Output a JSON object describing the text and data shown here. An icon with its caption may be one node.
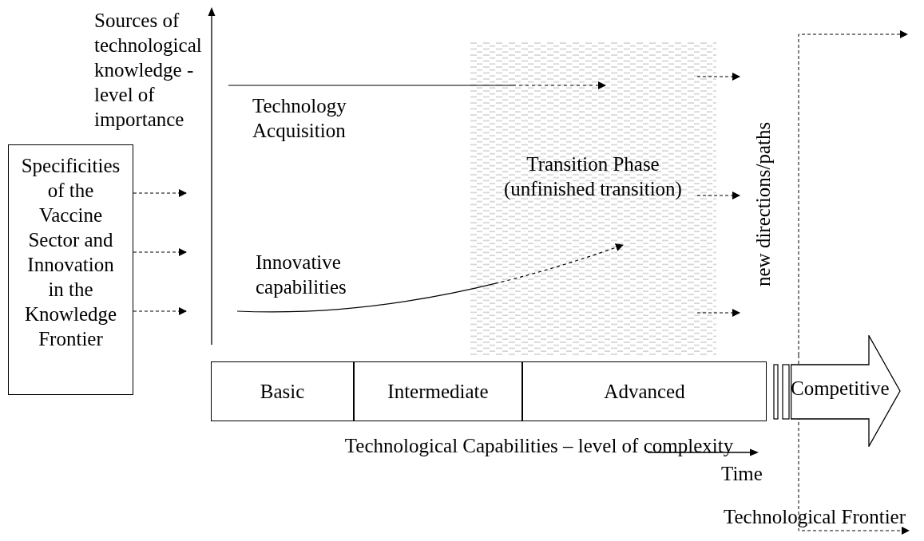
{
  "diagram": {
    "nodes": [
      {
        "text": [
          "Specificities of the Vaccine Sector and Innovation in the Knowledge Frontier"
        ]
      },
      {
        "text": [
          "Transition Phase (unfinished transition)"
        ]
      },
      {
        "text": [
          "Basic"
        ]
      },
      {
        "text": [
          "Intermediate"
        ]
      },
      {
        "text": [
          "Advanced"
        ]
      },
      {
        "text": [
          "Competitive"
        ]
      }
    ],
    "edges": [
      {
        "from": null,
        "to": 1,
        "arrow": "to"
      },
      {
        "from": null,
        "to": 1,
        "arrow": "to"
      },
      {
        "from": 0,
        "to": null,
        "arrow": "to",
        "style": "dashed"
      },
      {
        "from": 0,
        "to": null,
        "arrow": "to",
        "style": "dashed"
      },
      {
        "from": 0,
        "to": null,
        "arrow": "to",
        "style": "dashed"
      },
      {
        "from": 1,
        "to": null,
        "arrow": "to",
        "style": "dashed"
      },
      {
        "from": 1,
        "to": null,
        "arrow": "to",
        "style": "dashed"
      },
      {
        "from": 1,
        "to": null,
        "arrow": "to",
        "style": "dashed"
      }
    ],
    "labels": [
      "Sources of technological knowledge - level of importance",
      "Technology Acquisition",
      "Innovative capabilities",
      "new directions/paths",
      "Technological Capabilities – level of complexity",
      "Time",
      "Technological Frontier"
    ]
  }
}
